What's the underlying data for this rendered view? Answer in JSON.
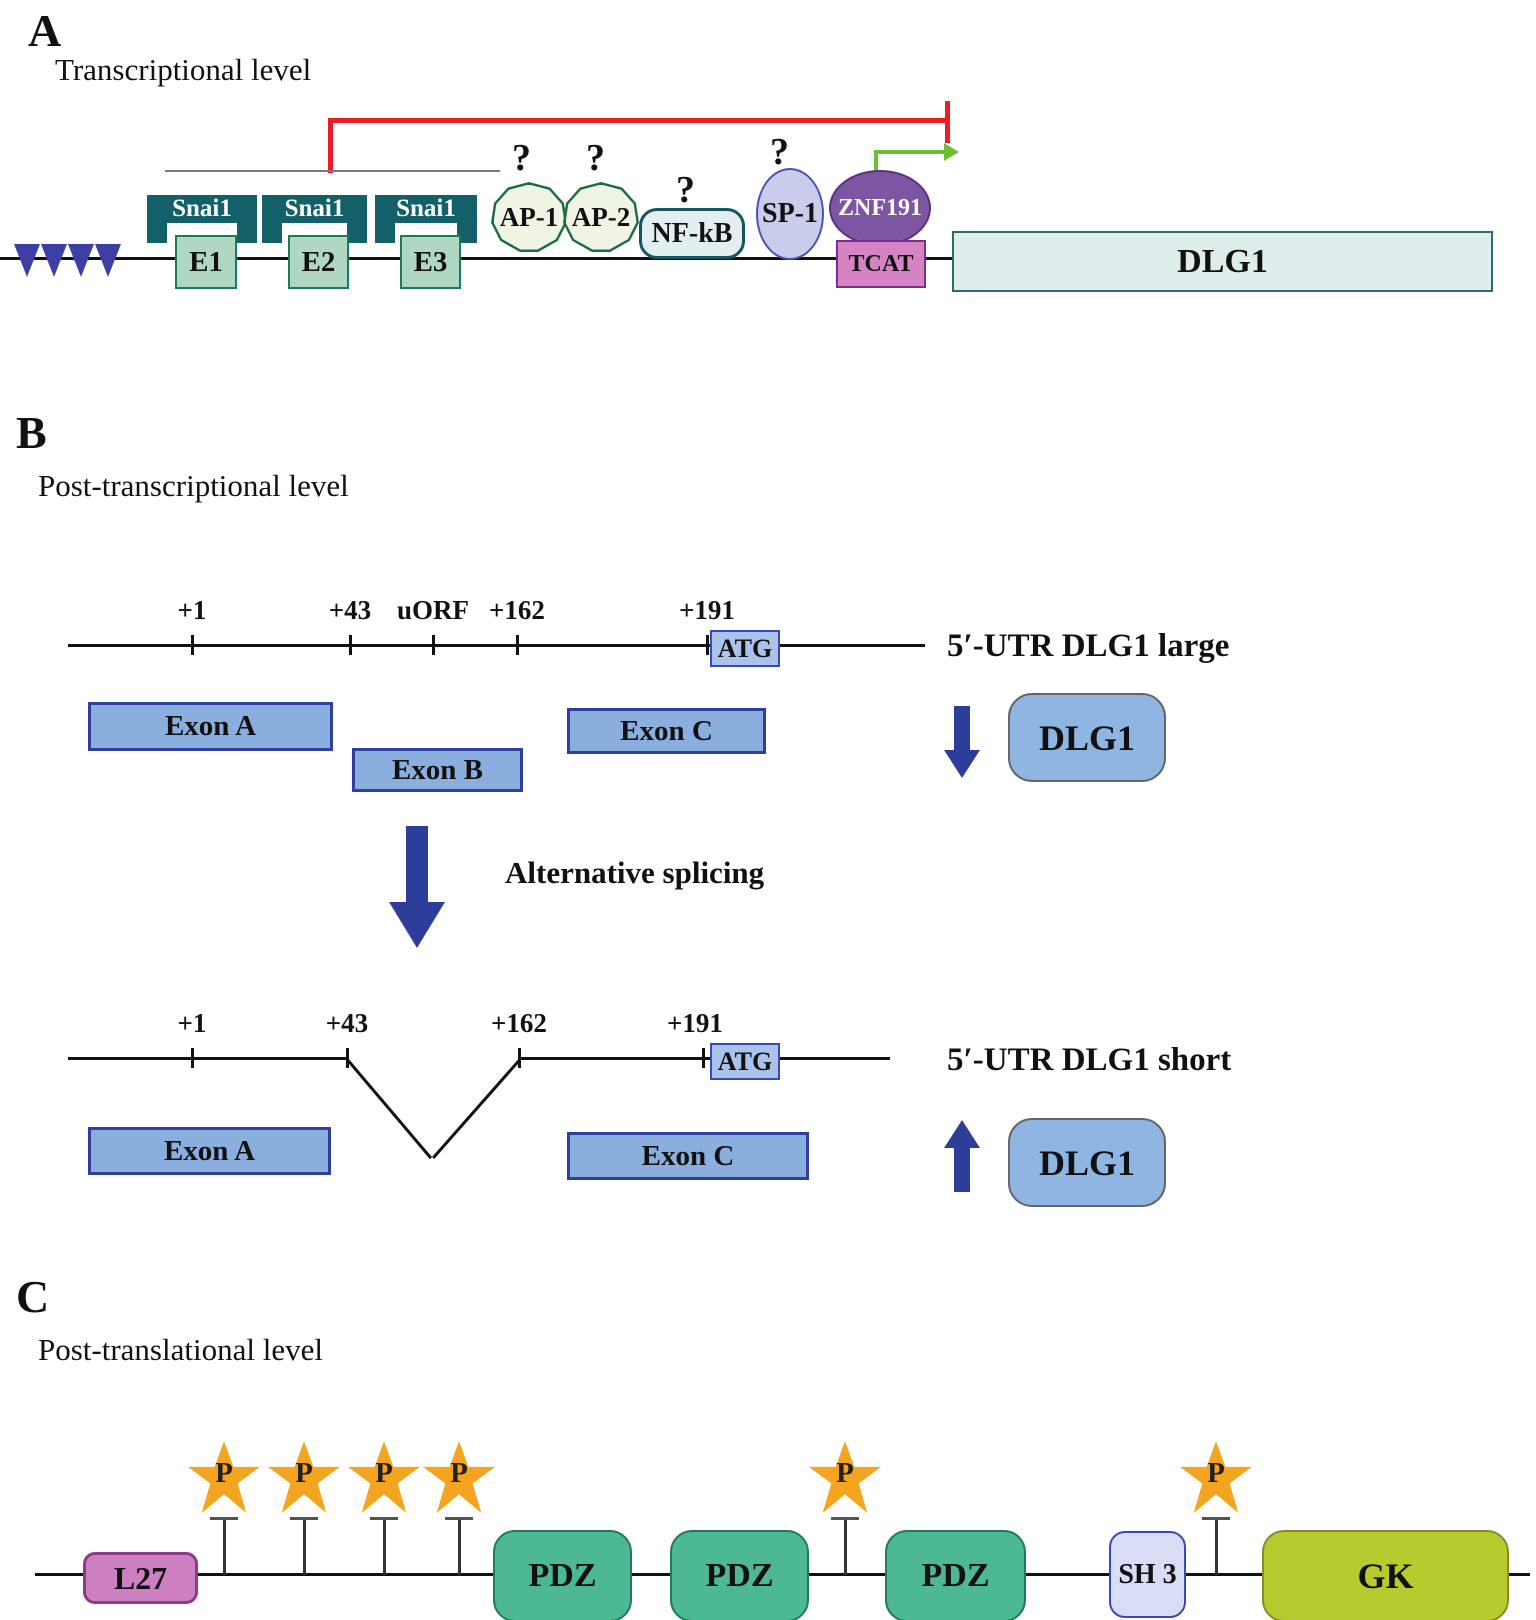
{
  "colors": {
    "snai1_fill": "#136069",
    "ebox_fill": "#b0d7c1",
    "ebox_border": "#1d7a55",
    "ap_fill": "#eff4e4",
    "ap_border": "#1c6b45",
    "nfkb_fill": "#e3eef1",
    "nfkb_border": "#16555e",
    "sp1_fill": "#c9cdeb",
    "sp1_border": "#4a52b0",
    "znf191_fill": "#7d55a2",
    "tcat_fill": "#d583c3",
    "tcat_border": "#7b2d8b",
    "dlg1_gene_fill": "#e0eded",
    "exon_fill": "#8aaede",
    "exon_border": "#2f3f9e",
    "atg_fill": "#aac3ea",
    "dlg1_protein_fill": "#8fb5e2",
    "arrow_blue": "#2c3e9a",
    "inhibition_red": "#ec1c24",
    "activation_green": "#6cbf33",
    "triangle_blue": "#3c3fa3",
    "l27_fill": "#cc7fc1",
    "pdz_fill": "#4db894",
    "sh3_fill": "#d8dcf4",
    "gk_fill": "#b7cb2f",
    "phospho_star": "#f5a41f"
  },
  "panelA": {
    "letter": "A",
    "title": "Transcriptional level",
    "snai1": [
      {
        "label": "Snai1"
      },
      {
        "label": "Snai1"
      },
      {
        "label": "Snai1"
      }
    ],
    "eboxes": [
      {
        "label": "E1"
      },
      {
        "label": "E2"
      },
      {
        "label": "E3"
      }
    ],
    "question_mark": "?",
    "ap1": "AP-1",
    "ap2": "AP-2",
    "nfkb": "NF-kB",
    "sp1": "SP-1",
    "znf191": "ZNF191",
    "tcat": "TCAT",
    "dlg1": "DLG1"
  },
  "panelB": {
    "letter": "B",
    "title": "Post-transcriptional level",
    "large": {
      "ticks": [
        "+1",
        "+43",
        "uORF",
        "+162",
        "+191"
      ],
      "atg": "ATG",
      "label": "5′-UTR DLG1 large",
      "exon_a": "Exon A",
      "exon_b": "Exon B",
      "exon_c": "Exon C",
      "dlg1": "DLG1"
    },
    "splicing_label": "Alternative splicing",
    "short": {
      "ticks": [
        "+1",
        "+43",
        "+162",
        "+191"
      ],
      "atg": "ATG",
      "label": "5′-UTR DLG1 short",
      "exon_a": "Exon A",
      "exon_c": "Exon C",
      "dlg1": "DLG1"
    }
  },
  "panelC": {
    "letter": "C",
    "title": "Post-translational level",
    "l27": "L27",
    "pdz": "PDZ",
    "sh3": "SH 3",
    "gk": "GK",
    "phospho": "P"
  }
}
